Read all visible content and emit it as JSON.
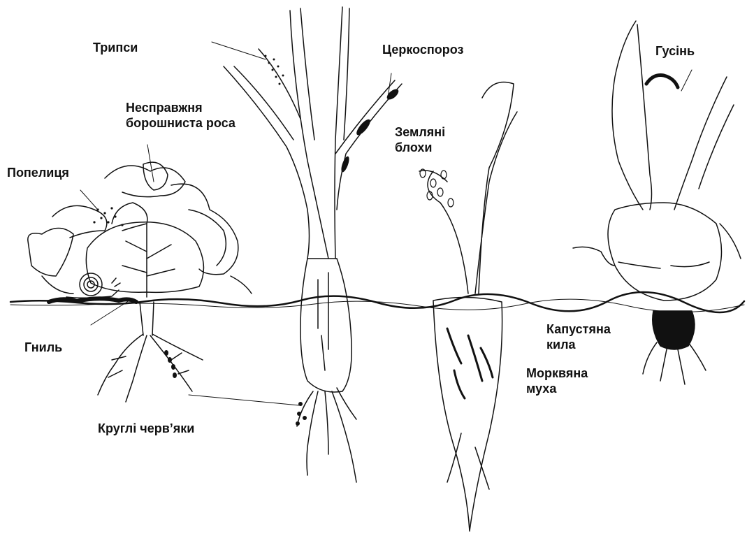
{
  "colors": {
    "ink": "#111111",
    "background": "#ffffff"
  },
  "labels": {
    "thrips": [
      "Трипси"
    ],
    "cercospora": [
      "Церкоспороз"
    ],
    "downy_mildew": [
      "Несправжня",
      "борошниста роса"
    ],
    "aphid": [
      "Попелиця"
    ],
    "flea_beetles": [
      "Земляні",
      "блохи"
    ],
    "caterpillar": [
      "Гусінь"
    ],
    "rot": [
      "Гниль"
    ],
    "roundworms": [
      "Круглі черв’яки"
    ],
    "clubroot": [
      "Капустяна",
      "кила"
    ],
    "carrot_fly": [
      "Морквяна",
      "муха"
    ]
  },
  "plants": [
    "cabbage-plant",
    "leek-plant",
    "carrot-plant",
    "kohlrabi-plant"
  ]
}
